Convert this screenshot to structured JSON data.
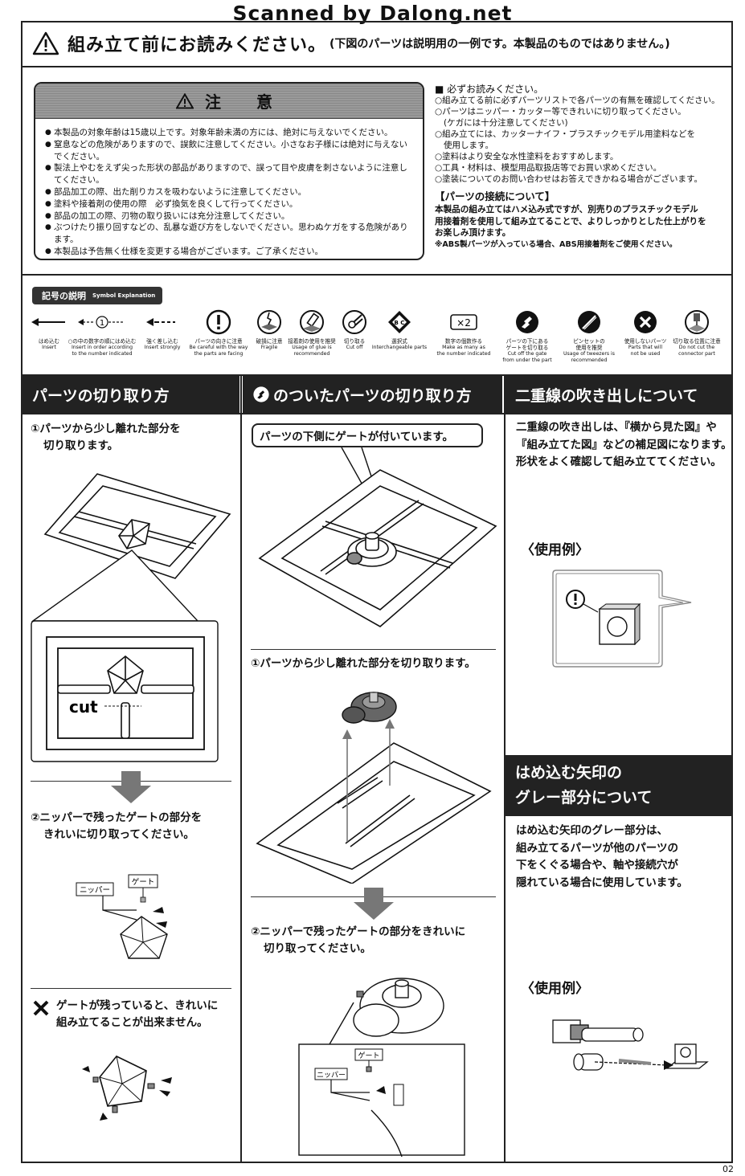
{
  "scan_watermark": "Scanned by Dalong.net",
  "header": {
    "title": "組み立て前にお読みください。",
    "note": "(下図のパーツは説明用の一例です。本製品のものではありません。)"
  },
  "caution": {
    "title": "注　意",
    "items": [
      "本製品の対象年齢は15歳以上です。対象年齢未満の方には、絶対に与えないでください。",
      "窒息などの危険がありますので、誤飲に注意してください。小さなお子様には絶対に与えないでください。",
      "製法上やむをえず尖った形状の部品がありますので、誤って目や皮膚を刺さないように注意してください。",
      "部品加工の際、出た削りカスを吸わないように注意してください。",
      "塗料や接着剤の使用の際　必ず換気を良くして行ってください。",
      "部品の加工の際、刃物の取り扱いには充分注意してください。",
      "ぶつけたり振り回すなどの、乱暴な遊び方をしないでください。思わぬケガをする危険があります。",
      "本製品は予告無く仕様を変更する場合がございます。ご了承ください。"
    ]
  },
  "read_notes": {
    "heading": "■ 必ずお読みください。",
    "items": [
      "○組み立てる前に必ずパーツリストで各パーツの有無を確認してください。",
      "○パーツはニッパー・カッター等できれいに切り取ってください。",
      "(ケガには十分注意してください)",
      "○組み立てには、カッターナイフ・プラスチックモデル用塗料などを",
      "使用します。",
      "○塗料はより安全な水性塗料をおすすめします。",
      "○工具・材料は、模型用品取扱店等でお買い求めください。",
      "○塗装についてのお問い合わせはお答えできかねる場合がございます。"
    ],
    "connect_heading": "【パーツの接続について】",
    "connect_lines": [
      "本製品の組み立てはハメ込み式ですが、別売りのプラスチックモデル",
      "用接着剤を使用して組み立てることで、よりしっかりとした仕上がりを",
      "お楽しみ頂けます。",
      "※ABS製パーツが入っている場合、ABS用接着剤をご使用ください。"
    ]
  },
  "symbols": {
    "title_jp": "記号の説明",
    "title_en": "Symbol Explanation",
    "items": [
      {
        "jp": "はめ込む",
        "en": "Insert",
        "icon": "insert-arrow-icon"
      },
      {
        "jp": "○の中の数字の順にはめ込む",
        "en": "Insert in order according\nto the number indicated",
        "icon": "numbered-insert-icon",
        "num": "1"
      },
      {
        "jp": "強く差し込む",
        "en": "Insert strongly",
        "icon": "insert-strongly-icon"
      },
      {
        "jp": "パーツの向きに注意",
        "en": "Be careful with the way\nthe parts are facing",
        "icon": "exclamation-icon"
      },
      {
        "jp": "破損に注意",
        "en": "Fragile",
        "icon": "fragile-icon"
      },
      {
        "jp": "接着剤の使用を推奨",
        "en": "Usage of glue is\nrecommended",
        "icon": "glue-icon"
      },
      {
        "jp": "切り取る",
        "en": "Cut off",
        "icon": "cut-off-icon"
      },
      {
        "jp": "選択式",
        "en": "Interchangeable parts",
        "icon": "interchangeable-icon"
      },
      {
        "jp": "数字の個数作る",
        "en": "Make as many as\nthe number indicated",
        "icon": "multiply-icon",
        "num": "×2"
      },
      {
        "jp": "パーツの下にある\nゲートを切り取る",
        "en": "Cut off the gate\nfrom under the part",
        "icon": "gate-under-icon"
      },
      {
        "jp": "ピンセットの\n使用を推奨",
        "en": "Usage of tweezers is\nrecommended",
        "icon": "tweezers-icon"
      },
      {
        "jp": "使用しないパーツ",
        "en": "Parts that will\nnot be used",
        "icon": "not-used-icon"
      },
      {
        "jp": "切り取る位置に注意",
        "en": "Do not cut the\nconnector part",
        "icon": "cut-position-icon"
      }
    ]
  },
  "col1": {
    "header": "パーツの切り取り方",
    "step1": [
      "①パーツから少し離れた部分を",
      "切り取ります。"
    ],
    "cut_label": "cut",
    "step2": [
      "②ニッパーで残ったゲートの部分を",
      "きれいに切り取ってください。"
    ],
    "nipper_label": "ニッパー",
    "gate_label": "ゲート",
    "warning": [
      "ゲートが残っていると、きれいに",
      "組み立てることが出来ません。"
    ]
  },
  "col2": {
    "header": "のついたパーツの切り取り方",
    "callout": "パーツの下側にゲートが付いています。",
    "step1": "①パーツから少し離れた部分を切り取ります。",
    "step2": [
      "②ニッパーで残ったゲートの部分をきれいに",
      "切り取ってください。"
    ],
    "nipper_label": "ニッパー",
    "gate_label": "ゲート"
  },
  "col3": {
    "header": "二重線の吹き出しについて",
    "text": [
      "二重線の吹き出しは、『横から見た図』や",
      "『組み立てた図』などの補足図になります。",
      "形状をよく確認して組み立ててください。"
    ],
    "example1": "〈使用例〉",
    "sub_header": [
      "はめ込む矢印の",
      "グレー部分について"
    ],
    "text2": [
      "はめ込む矢印のグレー部分は、",
      "組み立てるパーツが他のパーツの",
      "下をくぐる場合や、軸や接続穴が",
      "隠れている場合に使用しています。"
    ],
    "example2": "〈使用例〉"
  },
  "page_number": "02"
}
